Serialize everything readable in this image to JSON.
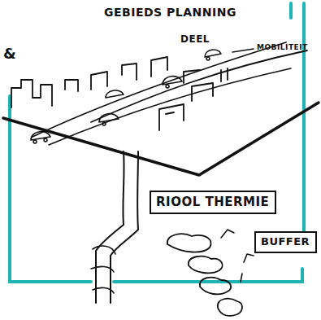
{
  "diagram": {
    "title": "GEBIEDS PLANNING",
    "nodes": [
      {
        "text": [
          "RIOOL THERMIE"
        ]
      },
      {
        "text": [
          "BUFFER"
        ]
      }
    ],
    "labels": [
      "DEEL",
      "MOBILITEIT",
      "&"
    ]
  }
}
